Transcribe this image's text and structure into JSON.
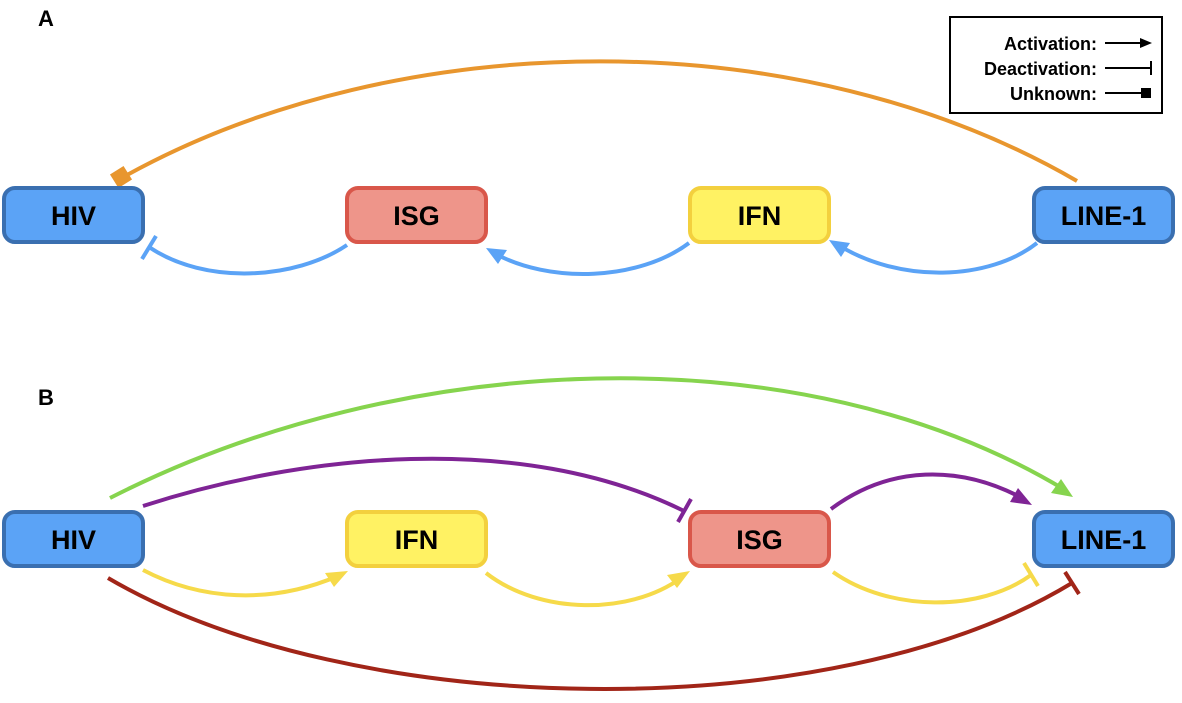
{
  "colors": {
    "hiv_fill": "#5BA3F6",
    "hiv_stroke": "#3A6FB0",
    "isg_fill": "#EE958A",
    "isg_stroke": "#D9574A",
    "ifn_fill": "#FFF263",
    "ifn_stroke": "#F3D03E",
    "line1_fill": "#5BA3F6",
    "line1_stroke": "#3A6FB0",
    "orange": "#E8962E",
    "blue": "#5BA3F6",
    "green": "#86D44E",
    "purple": "#7F2495",
    "yellow": "#F6DA4A",
    "darkred": "#A12518"
  },
  "legend": {
    "activation": "Activation:",
    "deactivation": "Deactivation:",
    "unknown": "Unknown:"
  },
  "panel_a": {
    "label": "A",
    "nodes": {
      "hiv": "HIV",
      "isg": "ISG",
      "ifn": "IFN",
      "line1": "LINE-1"
    },
    "edges": [
      {
        "from": "LINE-1",
        "to": "HIV",
        "type": "unknown",
        "color": "orange"
      },
      {
        "from": "LINE-1",
        "to": "IFN",
        "type": "activation",
        "color": "blue"
      },
      {
        "from": "IFN",
        "to": "ISG",
        "type": "activation",
        "color": "blue"
      },
      {
        "from": "ISG",
        "to": "HIV",
        "type": "deactivation",
        "color": "blue"
      }
    ]
  },
  "panel_b": {
    "label": "B",
    "nodes": {
      "hiv": "HIV",
      "ifn": "IFN",
      "isg": "ISG",
      "line1": "LINE-1"
    },
    "edges": [
      {
        "from": "HIV",
        "to": "LINE-1",
        "type": "activation",
        "color": "green"
      },
      {
        "from": "HIV",
        "to": "ISG",
        "type": "deactivation",
        "color": "purple"
      },
      {
        "from": "ISG",
        "to": "LINE-1",
        "type": "activation",
        "color": "purple"
      },
      {
        "from": "HIV",
        "to": "IFN",
        "type": "activation",
        "color": "yellow"
      },
      {
        "from": "IFN",
        "to": "ISG",
        "type": "activation",
        "color": "yellow"
      },
      {
        "from": "ISG",
        "to": "LINE-1",
        "type": "deactivation",
        "color": "yellow"
      },
      {
        "from": "HIV",
        "to": "LINE-1",
        "type": "deactivation",
        "color": "darkred"
      }
    ]
  }
}
